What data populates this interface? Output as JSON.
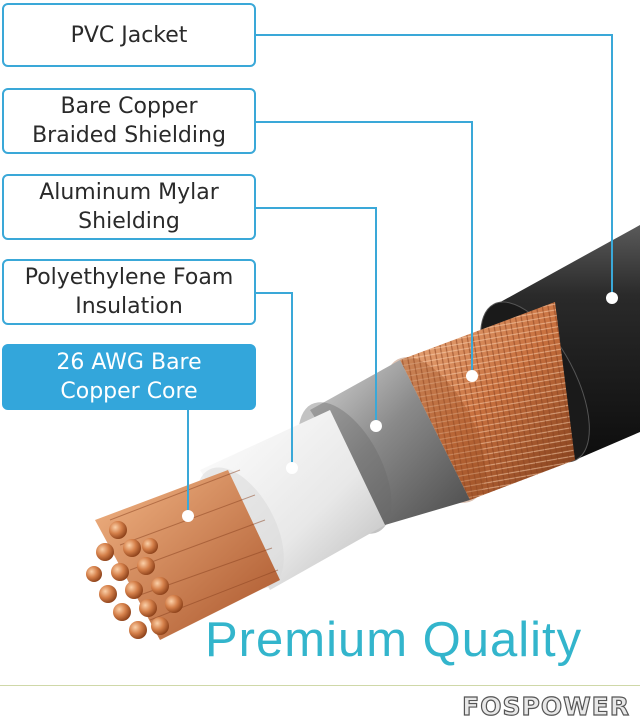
{
  "layers": {
    "jacket": {
      "line1": "PVC Jacket",
      "line2": ""
    },
    "braid": {
      "line1": "Bare Copper",
      "line2": "Braided Shielding"
    },
    "mylar": {
      "line1": "Aluminum Mylar",
      "line2": "Shielding"
    },
    "foam": {
      "line1": "Polyethylene Foam",
      "line2": "Insulation"
    },
    "core": {
      "line1": "26 AWG Bare",
      "line2": "Copper Core"
    }
  },
  "headline": "Premium Quality",
  "brand": "FOSPOWER",
  "colors": {
    "accent": "#33a6db",
    "headline": "#33b5cc",
    "jacket": "#1c1c1c",
    "copper": "#c8703e",
    "foil": "#9a9a9a",
    "insulation": "#f4f4f4"
  },
  "icons": {
    "brand_o": "power-icon"
  }
}
